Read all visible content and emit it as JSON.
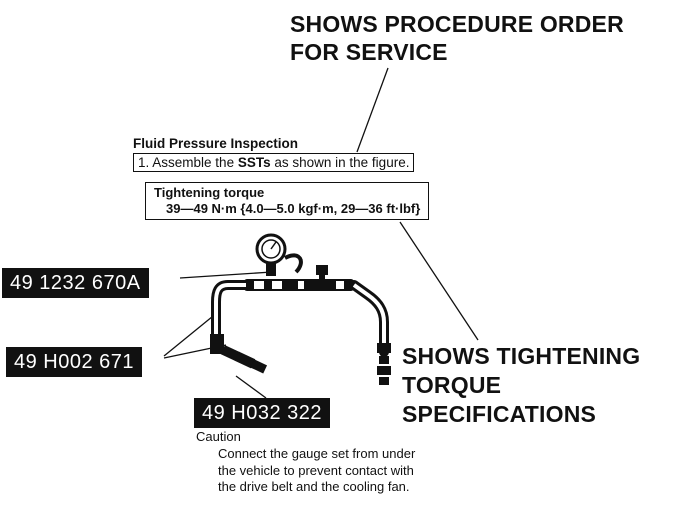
{
  "callouts": {
    "procedure_order": [
      "SHOWS PROCEDURE ORDER",
      "FOR SERVICE"
    ],
    "tightening_torque": [
      "SHOWS TIGHTENING",
      "TORQUE",
      "SPECIFICATIONS"
    ]
  },
  "section": {
    "title": "Fluid Pressure Inspection",
    "step_number": "1.",
    "step_text_before": "Assemble the",
    "step_text_bold": "SSTs",
    "step_text_after": "as shown in the figure."
  },
  "torque_box": {
    "heading": "Tightening torque",
    "value": "39—49 N·m {4.0—5.0 kgf·m, 29—36 ft·lbf}"
  },
  "part_numbers": {
    "gauge_set": "49 1232 670A",
    "hose_adapter": "49 H002 671",
    "fitting": "49 H032 322"
  },
  "caution": {
    "heading": "Caution",
    "lines": [
      "Connect the gauge set from under",
      "the vehicle to prevent contact with",
      "the drive belt and the cooling fan."
    ]
  }
}
